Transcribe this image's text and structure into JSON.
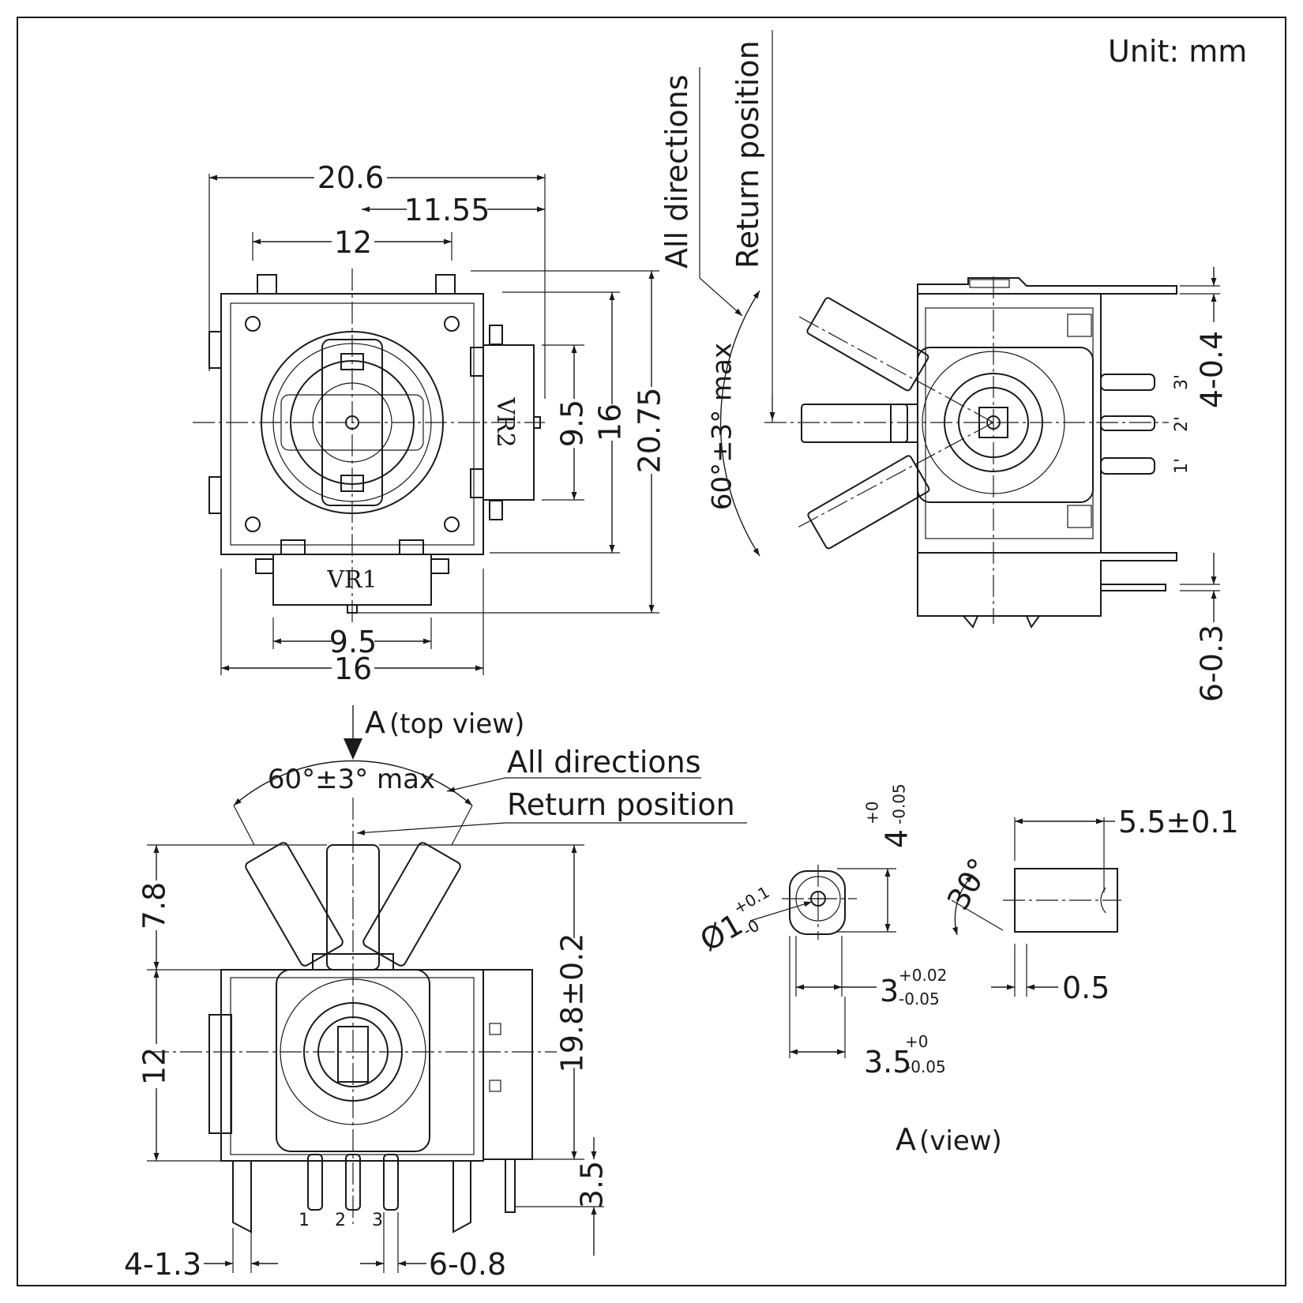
{
  "unit_label": "Unit:  mm",
  "top_view": {
    "dim_20_6": "20.6",
    "dim_11_55": "11.55",
    "dim_12": "12",
    "dim_9_5_right": "9.5",
    "dim_16_right": "16",
    "dim_20_75": "20.75",
    "dim_9_5_bottom": "9.5",
    "dim_16_bottom": "16",
    "label_vr1": "VR1",
    "label_vr2": "VR2"
  },
  "side_view": {
    "all_directions": "All directions",
    "return_position": "Return position",
    "angle": "60°±3° max",
    "dim_4_04": "4-0.4",
    "dim_6_03": "6-0.3",
    "pin_labels": [
      "3'",
      "2'",
      "1'"
    ]
  },
  "arrow_a": {
    "letter": "A",
    "suffix": "(top view)"
  },
  "front_view": {
    "angle": "60°±3° max",
    "all_directions": "All directions",
    "return_position": "Return position",
    "dim_7_8": "7.8",
    "dim_12": "12",
    "dim_19_8": "19.8±0.2",
    "dim_3_5": "3.5",
    "dim_4_13": "4-1.3",
    "dim_6_08": "6-0.8",
    "pin_labels": [
      "1",
      "2",
      "3"
    ]
  },
  "a_view": {
    "title_letter": "A",
    "title_suffix": "(view)",
    "dim_4": "4",
    "dim_4_tol_up": "+0",
    "dim_4_tol_low": "-0.05",
    "dim_dia_sym": "Ø1",
    "dim_dia_up": "+0.1",
    "dim_dia_low": "-0",
    "dim_3": "3",
    "dim_3_up": "+0.02",
    "dim_3_low": "-0.05",
    "dim_3_5": "3.5",
    "dim_3_5_up": "+0",
    "dim_3_5_low": "-0.05",
    "dim_5_5": "5.5±0.1",
    "dim_0_5": "0.5",
    "angle_30": "30°"
  }
}
